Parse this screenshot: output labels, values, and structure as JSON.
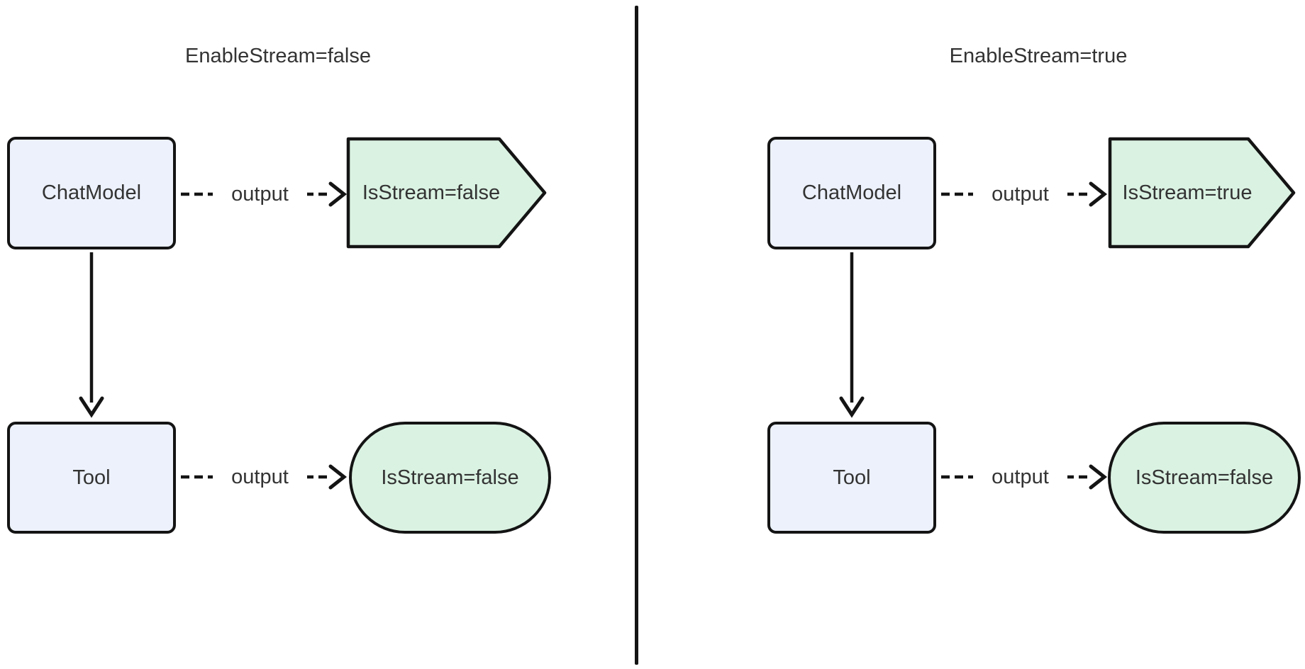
{
  "diagram": {
    "type": "flowchart-comparison",
    "colors": {
      "node_fill": "#ECF1FB",
      "result_fill": "#DAF2E2",
      "stroke": "#141414",
      "text": "#333333",
      "background": "#ffffff"
    }
  },
  "panels": [
    {
      "title": "EnableStream=false",
      "chat_model": {
        "label": "ChatModel"
      },
      "tool": {
        "label": "Tool"
      },
      "chat_edge": {
        "label": "output"
      },
      "tool_edge": {
        "label": "output"
      },
      "chat_result": {
        "label": "IsStream=false",
        "shape": "pentagon"
      },
      "tool_result": {
        "label": "IsStream=false",
        "shape": "stadium"
      }
    },
    {
      "title": "EnableStream=true",
      "chat_model": {
        "label": "ChatModel"
      },
      "tool": {
        "label": "Tool"
      },
      "chat_edge": {
        "label": "output"
      },
      "tool_edge": {
        "label": "output"
      },
      "chat_result": {
        "label": "IsStream=true",
        "shape": "pentagon"
      },
      "tool_result": {
        "label": "IsStream=false",
        "shape": "stadium"
      }
    }
  ]
}
